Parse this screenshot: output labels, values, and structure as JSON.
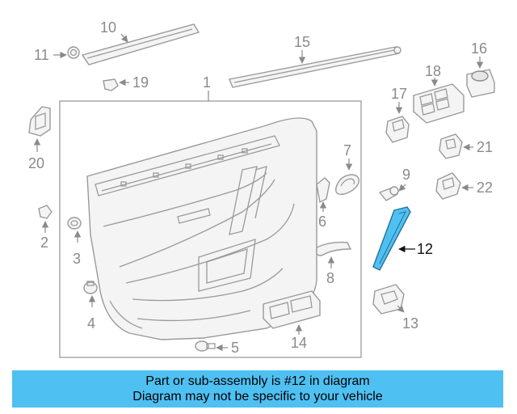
{
  "callouts": {
    "c1": "1",
    "c2": "2",
    "c3": "3",
    "c4": "4",
    "c5": "5",
    "c6": "6",
    "c7": "7",
    "c8": "8",
    "c9": "9",
    "c10": "10",
    "c11": "11",
    "c12": "12",
    "c13": "13",
    "c14": "14",
    "c15": "15",
    "c16": "16",
    "c17": "17",
    "c18": "18",
    "c19": "19",
    "c20": "20",
    "c21": "21",
    "c22": "22"
  },
  "highlight": {
    "part_number": "12",
    "color": "#4fc0f2"
  },
  "caption": {
    "line1": "Part or sub-assembly is #12 in diagram",
    "line2": "Diagram may not be specific to your vehicle"
  }
}
